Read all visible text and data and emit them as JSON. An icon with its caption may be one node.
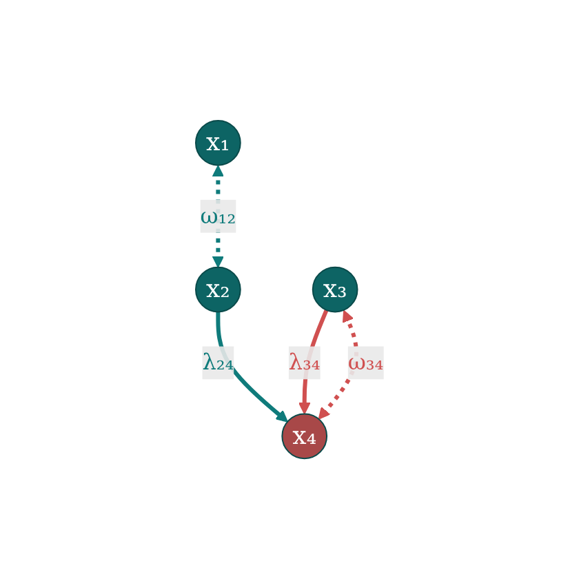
{
  "diagram": {
    "nodes": [
      {
        "text": [
          "x₁"
        ]
      },
      {
        "text": [
          "x₂"
        ]
      },
      {
        "text": [
          "x₃"
        ]
      },
      {
        "text": [
          "x₄"
        ]
      }
    ],
    "edges": [
      {
        "from": 0,
        "to": 1,
        "arrow": "both",
        "label": "ω₁₂",
        "style": "dashed",
        "color": "#0f7b7b"
      },
      {
        "from": 1,
        "to": 3,
        "arrow": "to",
        "label": "λ₂₄",
        "color": "#0f7b7b"
      },
      {
        "from": 2,
        "to": 3,
        "arrow": "to",
        "label": "λ₃₄",
        "color": "#d05050"
      },
      {
        "from": 2,
        "to": 3,
        "arrow": "both",
        "label": "ω₃₄",
        "style": "dashed",
        "color": "#d05050"
      }
    ]
  }
}
